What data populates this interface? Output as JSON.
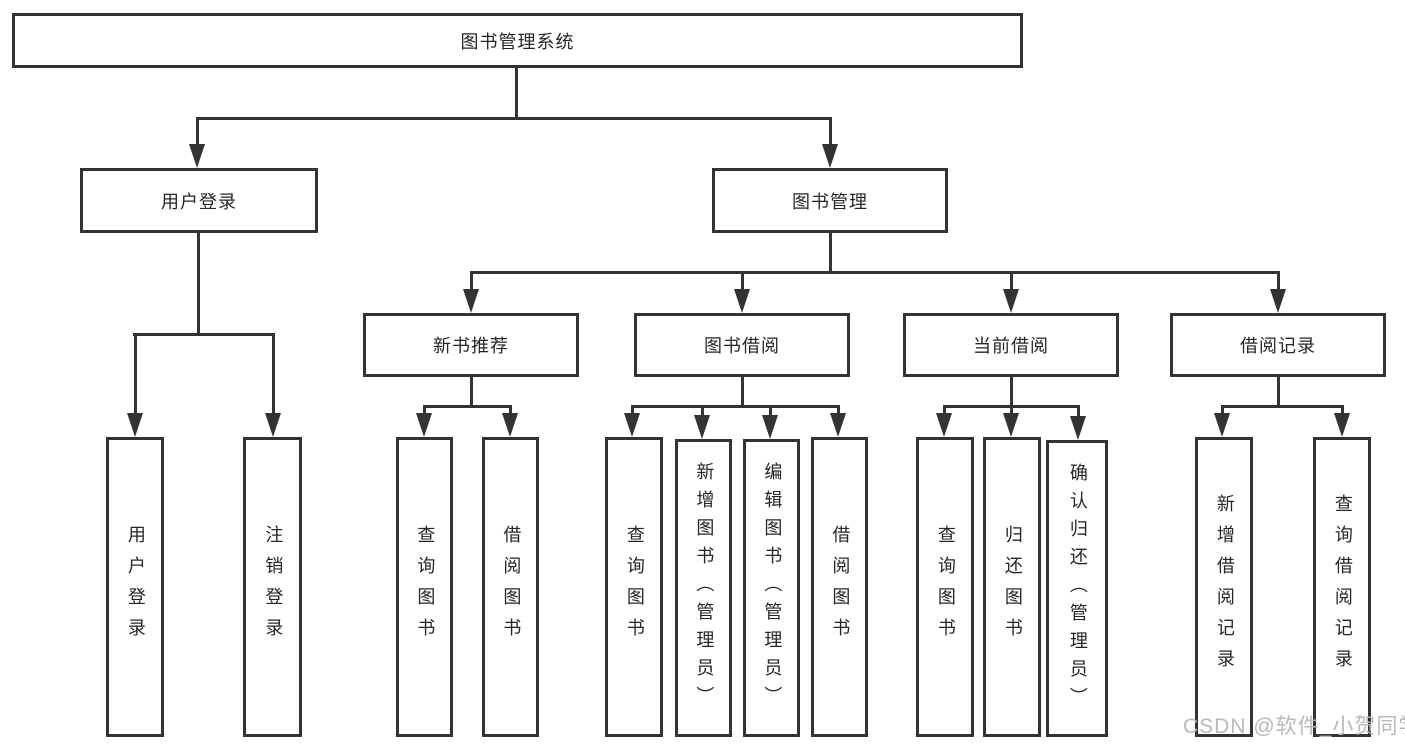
{
  "diagram": {
    "root": {
      "label": "图书管理系统"
    },
    "level2": [
      {
        "id": "user-login",
        "label": "用户登录"
      },
      {
        "id": "book-management",
        "label": "图书管理"
      }
    ],
    "level3": [
      {
        "id": "new-book-recommend",
        "label": "新书推荐"
      },
      {
        "id": "book-borrowing",
        "label": "图书借阅"
      },
      {
        "id": "current-borrowing",
        "label": "当前借阅"
      },
      {
        "id": "borrowing-records",
        "label": "借阅记录"
      }
    ],
    "leaves": [
      {
        "label": "用户登录"
      },
      {
        "label": "注销登录"
      },
      {
        "label": "查询图书"
      },
      {
        "label": "借阅图书"
      },
      {
        "label": "查询图书"
      },
      {
        "label": "新增图书（管理员）"
      },
      {
        "label": "编辑图书（管理员）"
      },
      {
        "label": "借阅图书"
      },
      {
        "label": "查询图书"
      },
      {
        "label": "归还图书"
      },
      {
        "label": "确认归还（管理员）"
      },
      {
        "label": "新增借阅记录"
      },
      {
        "label": "查询借阅记录"
      }
    ],
    "watermark": "CSDN @软件_小贺同学",
    "colors": {
      "line": "#333333",
      "text": "#262626",
      "watermark": "#b9b9b9",
      "background": "#ffffff"
    }
  }
}
